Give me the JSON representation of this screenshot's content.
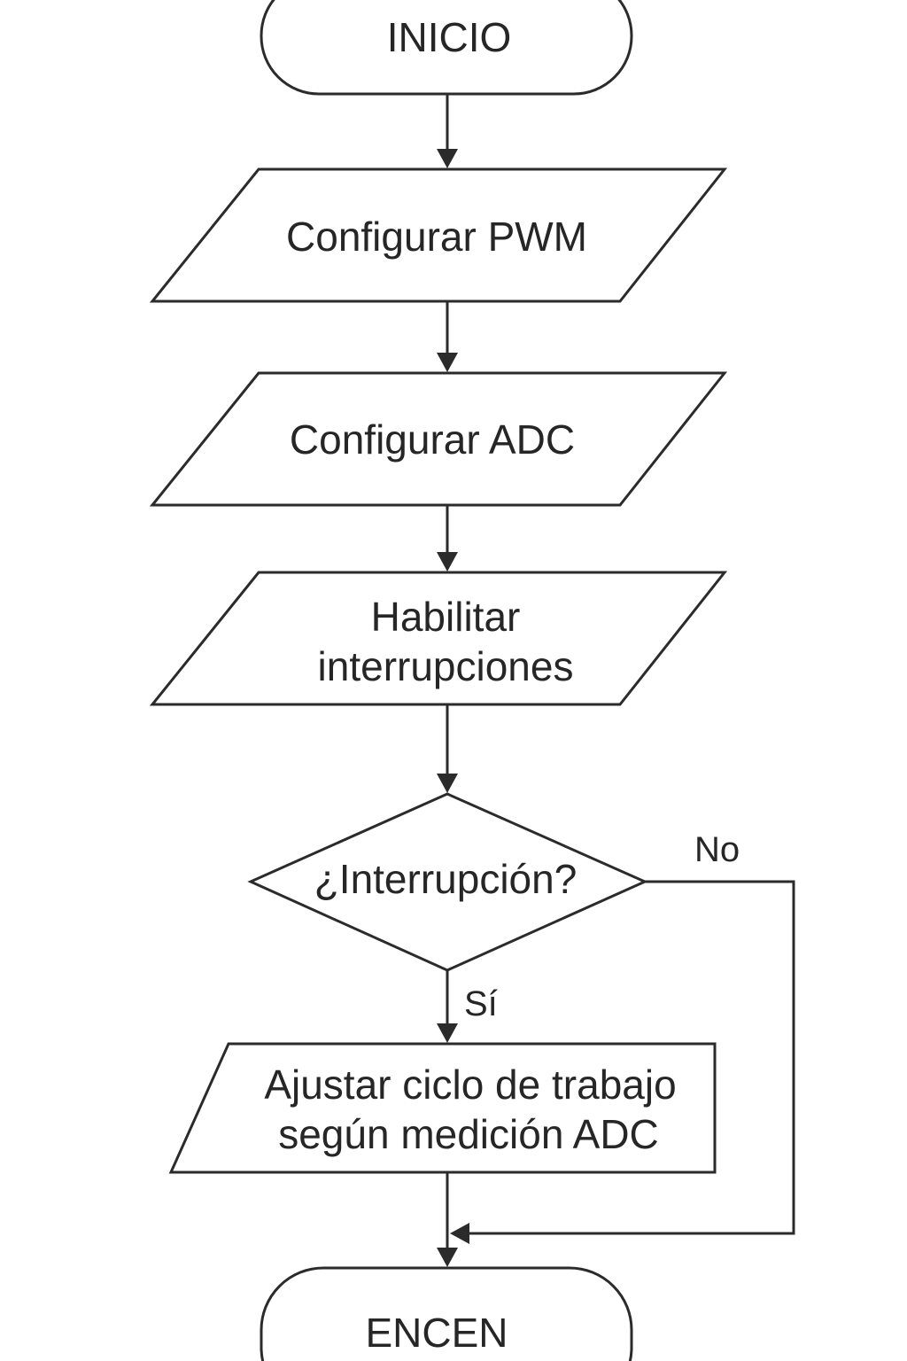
{
  "flowchart": {
    "start": {
      "label": "INICIO"
    },
    "step_pwm": {
      "label": "Configurar PWM"
    },
    "step_adc": {
      "label": "Configurar ADC"
    },
    "step_interrupts": {
      "line1": "Habilitar",
      "line2": "interrupciones"
    },
    "decision": {
      "label": "¿Interrupción?"
    },
    "branch_yes": {
      "label": "Sí"
    },
    "branch_no": {
      "label": "No"
    },
    "step_adjust": {
      "line1": "Ajustar ciclo de trabajo",
      "line2": "según medición ADC"
    },
    "end": {
      "label": "ENCEN"
    }
  }
}
